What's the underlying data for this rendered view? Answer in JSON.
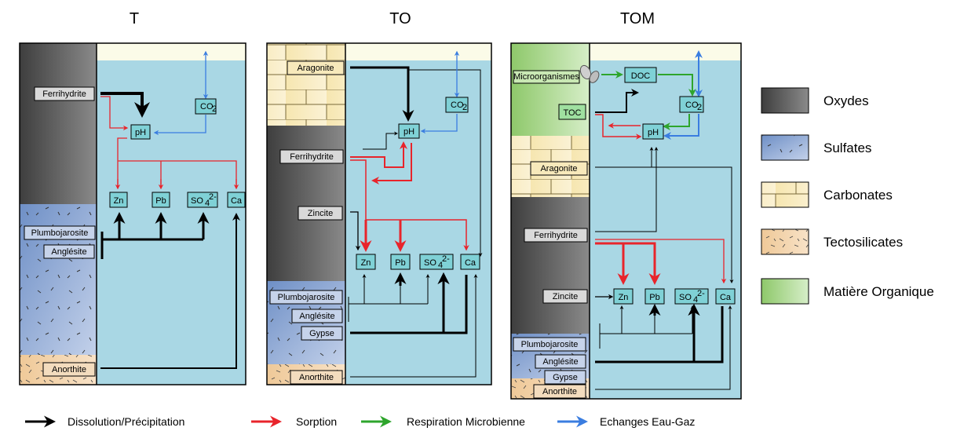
{
  "panels": [
    {
      "title": "T"
    },
    {
      "title": "TO"
    },
    {
      "title": "TOM"
    }
  ],
  "species": {
    "zn": "Zn",
    "pb": "Pb",
    "so4": "SO",
    "so4_sub": "4",
    "so4_sup": "2-",
    "ca": "Ca",
    "ph": "pH",
    "co2": "CO",
    "co2_sub": "2",
    "doc": "DOC",
    "toc": "TOC"
  },
  "minerals": {
    "ferrihydrite": "Ferrihydrite",
    "plumbojarosite": "Plumbojarosite",
    "anglesite": "Anglésite",
    "anorthite": "Anorthite",
    "aragonite": "Aragonite",
    "zincite": "Zincite",
    "gypse": "Gypse",
    "microorganismes": "Microorganismes"
  },
  "legend": [
    {
      "label": "Oxydes",
      "color": "#5a5a5a"
    },
    {
      "label": "Sulfates",
      "color": "#8fa7cf"
    },
    {
      "label": "Carbonates",
      "color": "#f3e3ad"
    },
    {
      "label": "Tectosilicates",
      "color": "#f2d3ae"
    },
    {
      "label": "Matière Organique",
      "color": "#9dcf7e"
    }
  ],
  "arrow_legend": [
    {
      "label": "Dissolution/Précipitation",
      "color": "#000000"
    },
    {
      "label": "Sorption",
      "color": "#e8242b"
    },
    {
      "label": "Respiration Microbienne",
      "color": "#2ea52c"
    },
    {
      "label": "Echanges Eau-Gaz",
      "color": "#3a7de0"
    }
  ]
}
